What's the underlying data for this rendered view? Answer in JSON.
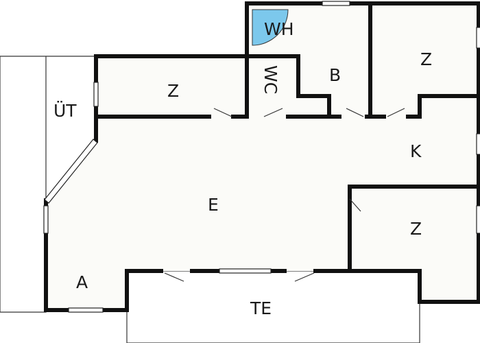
{
  "colors": {
    "floor": "#fbfbf8",
    "terrace": "#fdfdfb",
    "wall": "#111111",
    "water_heater": "#7cc8ec"
  },
  "rooms": {
    "wh": "WH",
    "wc": "WC",
    "b": "B",
    "z_top_right": "Z",
    "z_top_left": "Z",
    "ut": "ÜT",
    "k": "K",
    "e": "E",
    "z_bottom_right": "Z",
    "a": "A",
    "te": "TE"
  }
}
